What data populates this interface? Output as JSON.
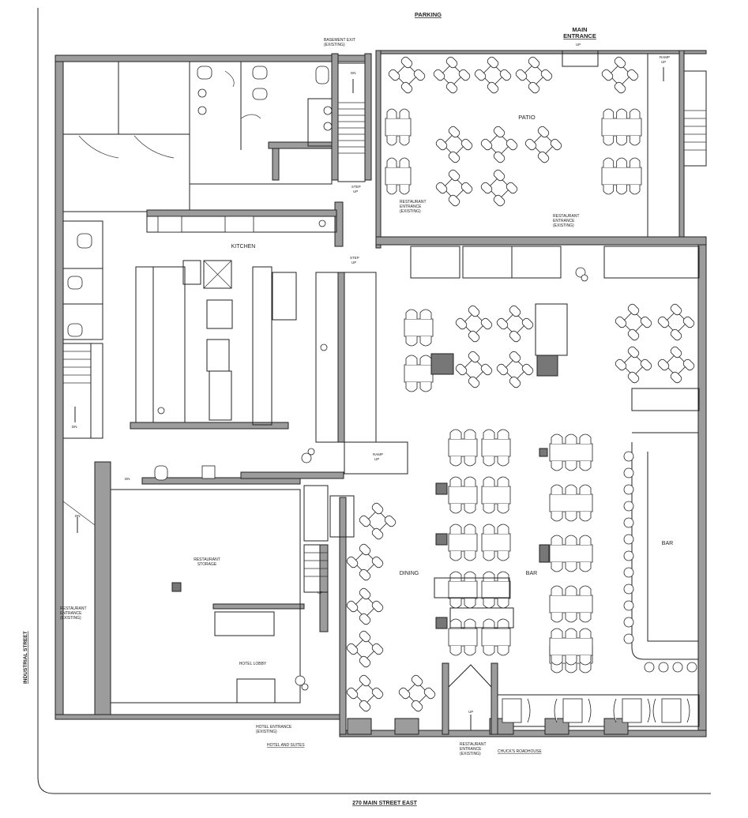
{
  "labels": {
    "parking": "PARKING",
    "main_entrance_1": "MAIN",
    "main_entrance_2": "ENTRANCE",
    "basement_exit_1": "BASEMENT EXIT",
    "basement_exit_2": "(EXISTING)",
    "patio": "PATIO",
    "kitchen": "KITCHEN",
    "restaurant_storage_1": "RESTAURANT",
    "restaurant_storage_2": "STORAGE",
    "hotel_lobby": "HOTEL LOBBY",
    "dining": "DINING",
    "bar_floor": "BAR",
    "bar_counter": "BAR",
    "restaurant_entrance_left_1": "RESTAURANT",
    "restaurant_entrance_left_2": "ENTRANCE",
    "restaurant_entrance_left_3": "(EXISTING)",
    "restaurant_entrance_patio_1": "RESTAURANT",
    "restaurant_entrance_patio_2": "ENTRANCE",
    "restaurant_entrance_patio_3": "(EXISTING)",
    "restaurant_entrance_east_1": "RESTAURANT",
    "restaurant_entrance_east_2": "ENTRANCE",
    "restaurant_entrance_east_3": "(EXISTING)",
    "restaurant_entrance_south_1": "RESTAURANT",
    "restaurant_entrance_south_2": "ENTRANCE",
    "restaurant_entrance_south_3": "(EXISTING)",
    "hotel_entrance_1": "HOTEL ENTRANCE",
    "hotel_entrance_2": "(EXISTING)",
    "hotel_and_suites": "HOTEL AND SUITES",
    "chucks_roadhouse": "CHUCK'S ROADHOUSE",
    "street_south": "270 MAIN STREET EAST",
    "street_west": "INDUSTRIAL STREET",
    "step_up_1a": "STEP",
    "step_up_1b": "UP",
    "step_up_2a": "STEP",
    "step_up_2b": "UP",
    "ramp_up_1a": "RAMP",
    "ramp_up_1b": "UP",
    "ramp_up_2a": "RAMP",
    "ramp_up_2b": "UP",
    "dn_1": "DN",
    "dn_2": "DN",
    "dn_3": "DN",
    "dn_4": "DN",
    "up_1": "UP",
    "up_2": "UP",
    "up_3": "UP"
  },
  "colors": {
    "wall_fill": "#9c9c9c",
    "line": "#222222",
    "background": "#ffffff"
  },
  "icons": [
    "arrow-icon",
    "accessible-icon",
    "toilet-icon",
    "sink-icon"
  ]
}
